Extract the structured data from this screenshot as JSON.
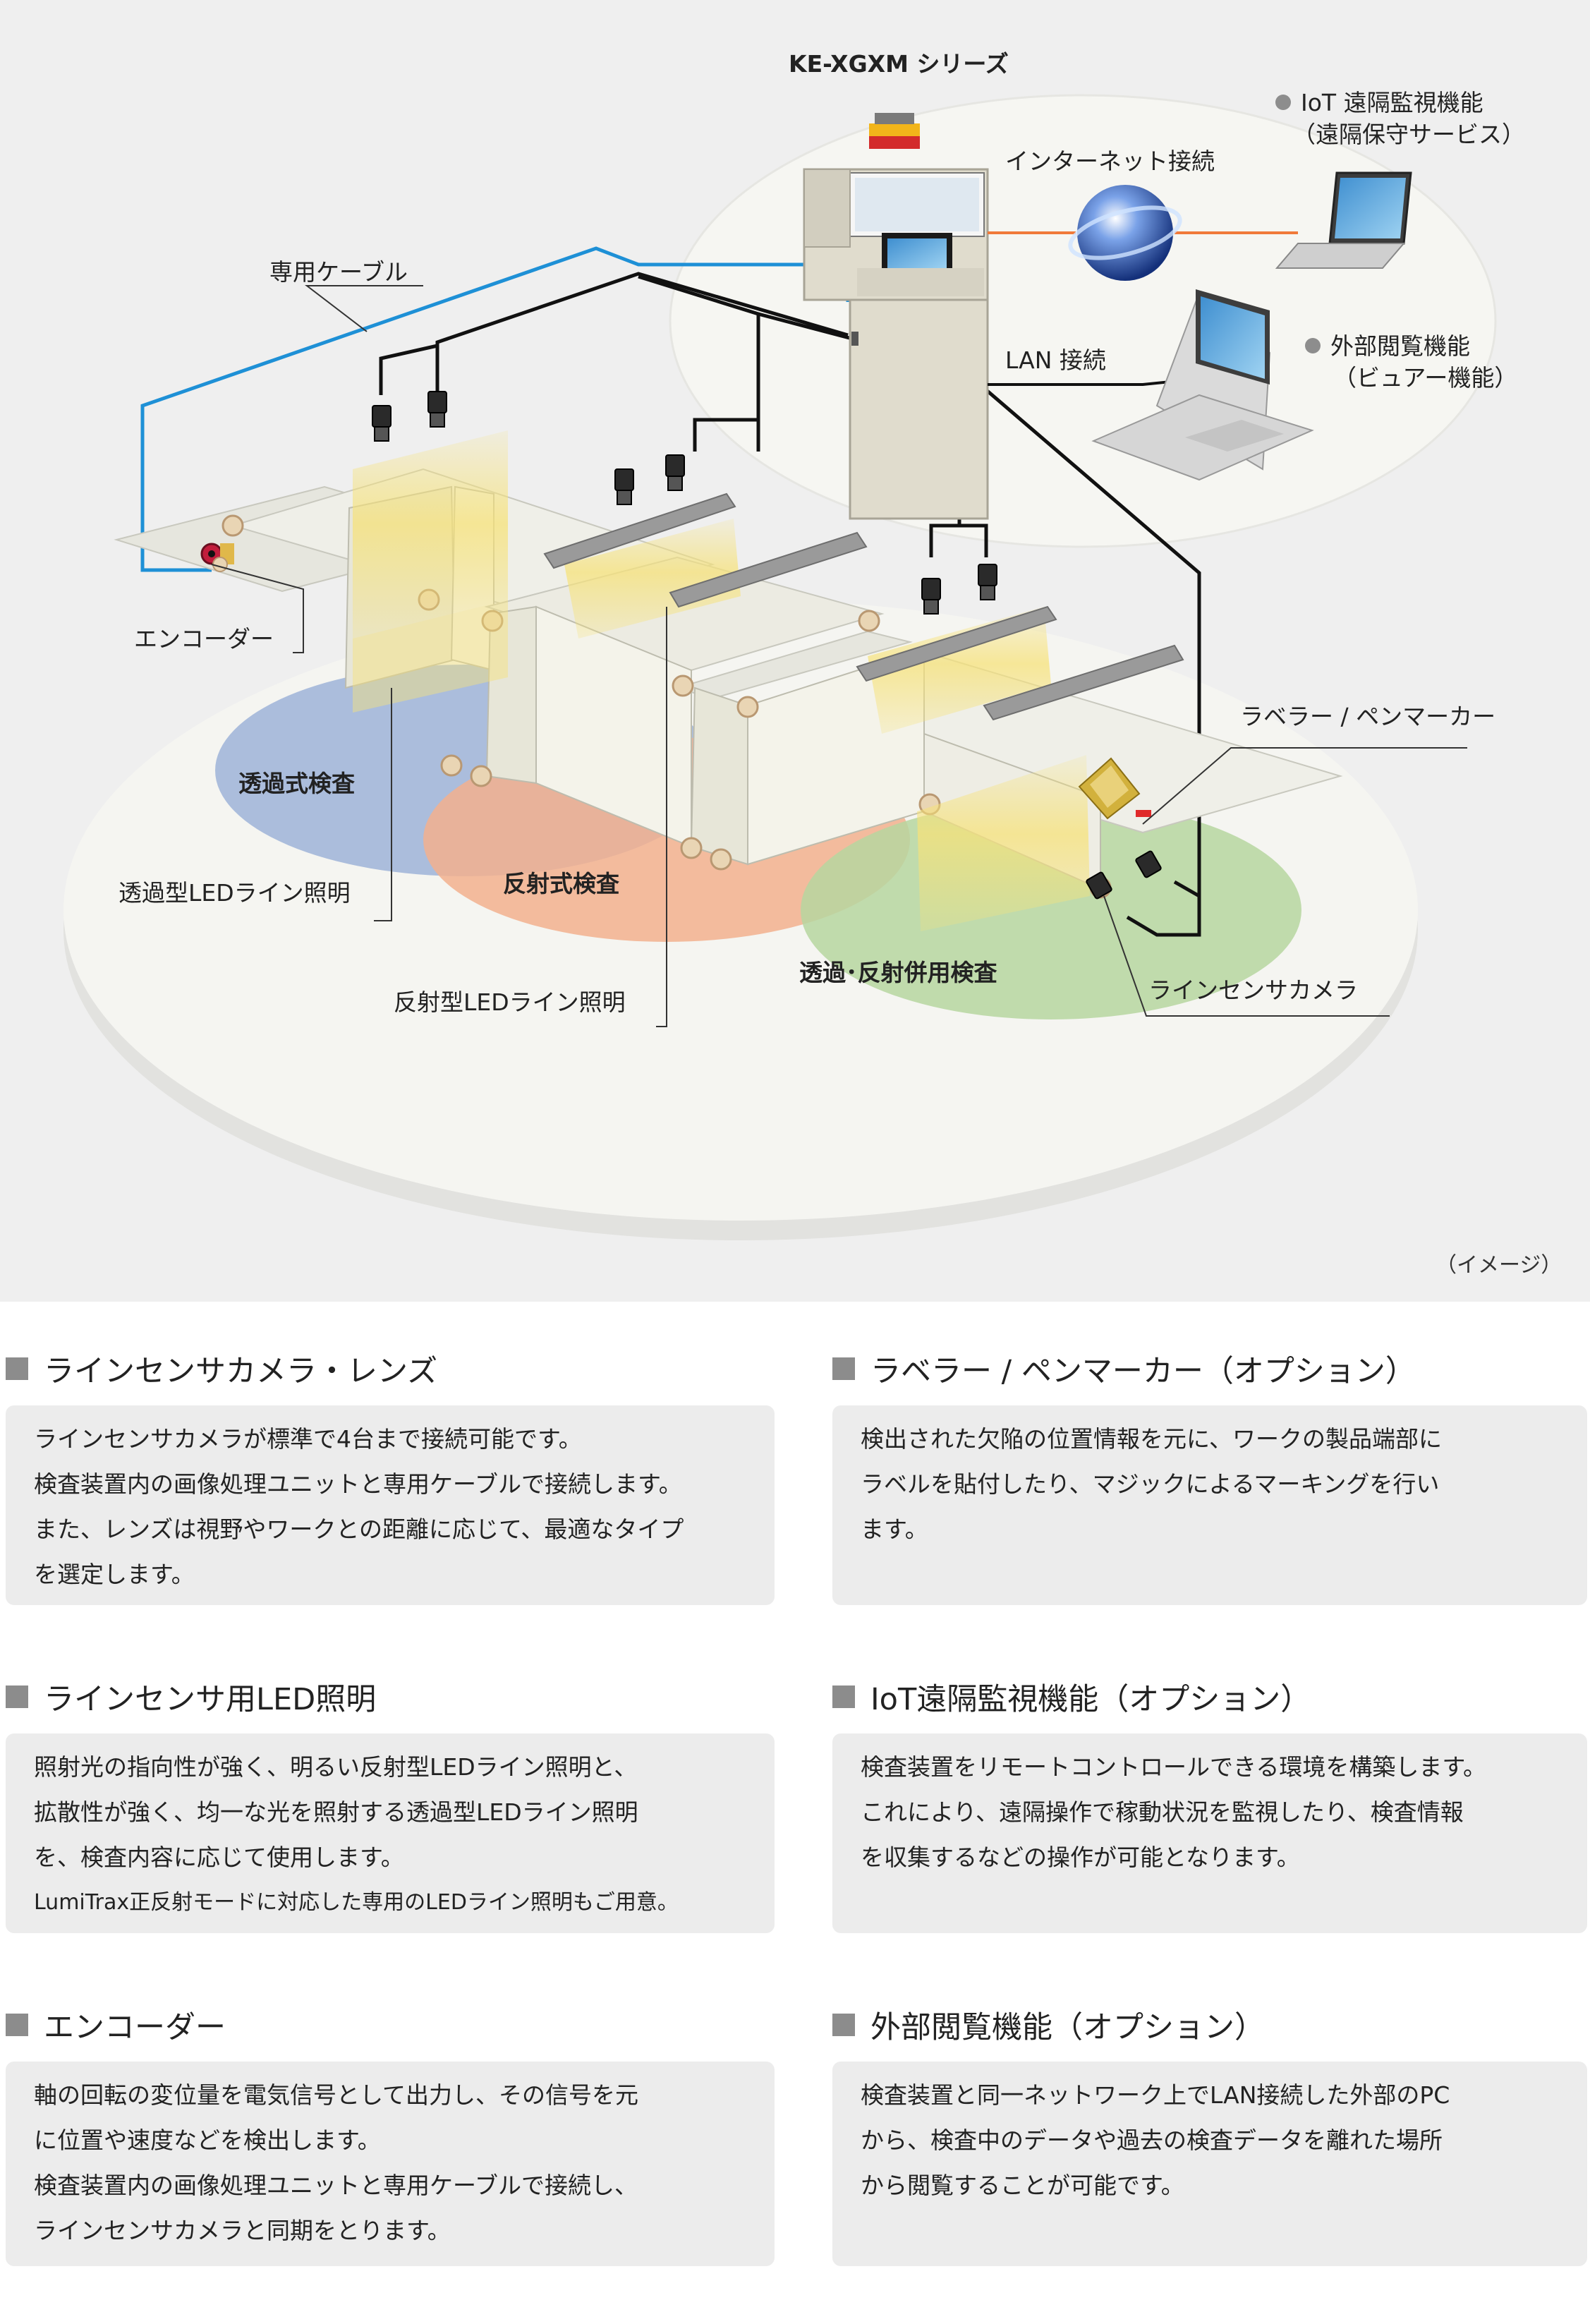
{
  "diagram": {
    "series_label": "KE-XGXM シリーズ",
    "internet_label": "インターネット接続",
    "lan_label": "LAN 接続",
    "iot_label_1": "IoT 遠隔監視機能",
    "iot_label_2": "（遠隔保守サービス）",
    "viewer_label_1": "外部閲覧機能",
    "viewer_label_2": "（ビュアー機能）",
    "cable_label": "専用ケーブル",
    "encoder_label": "エンコーダー",
    "transmission_label": "透過式検査",
    "reflection_label": "反射式検査",
    "combined_label": "透過･反射併用検査",
    "transmission_led_label": "透過型LEDライン照明",
    "reflection_led_label": "反射型LEDライン照明",
    "labeler_label": "ラベラー / ペンマーカー",
    "camera_label": "ラインセンサカメラ",
    "image_note": "（イメージ）",
    "colors": {
      "internet_line": "#f07a3a",
      "cable_line": "#1e90d6",
      "transmission_zone": "#9db3d8",
      "reflection_zone": "#f2b08e",
      "combined_zone": "#b6d6a0",
      "led_light": "#f6e27a"
    }
  },
  "features": [
    {
      "title": "ラインセンサカメラ・レンズ",
      "lines": [
        "ラインセンサカメラが標準で4台まで接続可能です。",
        "検査装置内の画像処理ユニットと専用ケーブルで接続します。",
        "また、レンズは視野やワークとの距離に応じて、最適なタイプ",
        "を選定します。"
      ]
    },
    {
      "title": "ラベラー / ペンマーカー（オプション）",
      "lines": [
        "検出された欠陥の位置情報を元に、ワークの製品端部に",
        "ラベルを貼付したり、マジックによるマーキングを行い",
        "ます。"
      ]
    },
    {
      "title": "ラインセンサ用LED照明",
      "lines": [
        "照射光の指向性が強く、明るい反射型LEDライン照明と、",
        "拡散性が強く、均一な光を照射する透過型LEDライン照明",
        "を、検査内容に応じて使用します。",
        "LumiTrax正反射モードに対応した専用のLEDライン照明もご用意。"
      ]
    },
    {
      "title": "IoT遠隔監視機能（オプション）",
      "lines": [
        "検査装置をリモートコントロールできる環境を構築します。",
        "これにより、遠隔操作で稼動状況を監視したり、検査情報",
        "を収集するなどの操作が可能となります。"
      ]
    },
    {
      "title": "エンコーダー",
      "lines": [
        "軸の回転の変位量を電気信号として出力し、その信号を元",
        "に位置や速度などを検出します。",
        "検査装置内の画像処理ユニットと専用ケーブルで接続し、",
        "ラインセンサカメラと同期をとります。"
      ]
    },
    {
      "title": "外部閲覧機能（オプション）",
      "lines": [
        "検査装置と同一ネットワーク上でLAN接続した外部のPC",
        "から、検査中のデータや過去の検査データを離れた場所",
        "から閲覧することが可能です。"
      ]
    }
  ]
}
